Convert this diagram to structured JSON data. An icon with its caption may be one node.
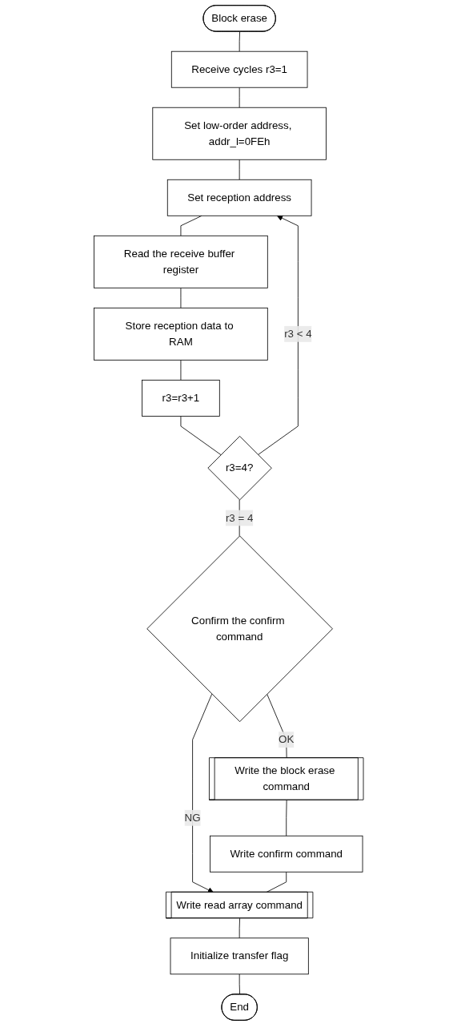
{
  "diagram": {
    "nodes": [
      {
        "text": [
          "Block erase"
        ]
      },
      {
        "text": [
          "Receive cycles r3=1"
        ]
      },
      {
        "text": [
          "Set low-order address, addr_l=0FEh"
        ]
      },
      {
        "text": [
          "Set reception address"
        ]
      },
      {
        "text": [
          "Read the receive buffer register"
        ]
      },
      {
        "text": [
          "Store reception data to RAM"
        ]
      },
      {
        "text": [
          "r3=r3+1"
        ]
      },
      {
        "text": [
          "r3=4?"
        ]
      },
      {
        "text": [
          "Confirm the confirm command"
        ]
      },
      {
        "text": [
          "Write the block erase command"
        ]
      },
      {
        "text": [
          "Write confirm command"
        ]
      },
      {
        "text": [
          "Write read array command"
        ]
      },
      {
        "text": [
          "Initialize transfer flag"
        ]
      },
      {
        "text": [
          "End"
        ]
      }
    ],
    "edges": [
      {
        "from": 0,
        "to": 1,
        "arrow": "none"
      },
      {
        "from": 1,
        "to": 2,
        "arrow": "none"
      },
      {
        "from": 2,
        "to": 3,
        "arrow": "none"
      },
      {
        "from": 3,
        "to": 4,
        "arrow": "none"
      },
      {
        "from": 4,
        "to": 5,
        "arrow": "none"
      },
      {
        "from": 5,
        "to": 6,
        "arrow": "none"
      },
      {
        "from": 6,
        "to": 7,
        "arrow": "none"
      },
      {
        "from": 7,
        "to": 3,
        "arrow": "to",
        "label": "r3 < 4"
      },
      {
        "from": 7,
        "to": 8,
        "arrow": "none",
        "label": "r3 = 4"
      },
      {
        "from": 8,
        "to": 9,
        "arrow": "none",
        "label": "OK"
      },
      {
        "from": 8,
        "to": 11,
        "arrow": "to",
        "label": "NG"
      },
      {
        "from": 9,
        "to": 10,
        "arrow": "none"
      },
      {
        "from": 10,
        "to": 11,
        "arrow": "none"
      },
      {
        "from": 11,
        "to": 12,
        "arrow": "none"
      },
      {
        "from": 12,
        "to": 13,
        "arrow": "none"
      }
    ]
  }
}
